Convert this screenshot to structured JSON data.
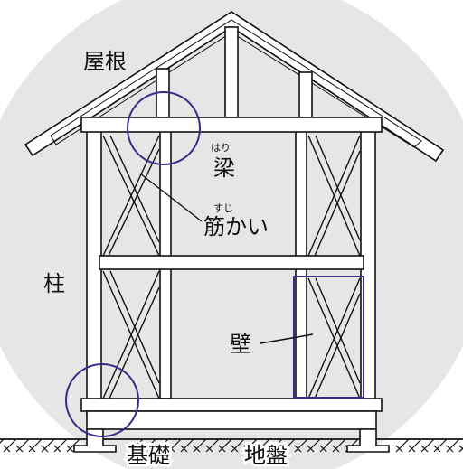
{
  "labels": {
    "roof": "屋根",
    "beam": "梁",
    "beam_ruby": "はり",
    "brace": "筋かい",
    "brace_ruby": "すじ",
    "column": "柱",
    "wall": "壁",
    "foundation": "基礎",
    "ground": "地盤"
  },
  "colors": {
    "background": "#ffffff",
    "circle_backdrop": "#e6e6e6",
    "line": "#111111",
    "member_fill": "#ffffff",
    "highlight": "#3a2a8a"
  }
}
